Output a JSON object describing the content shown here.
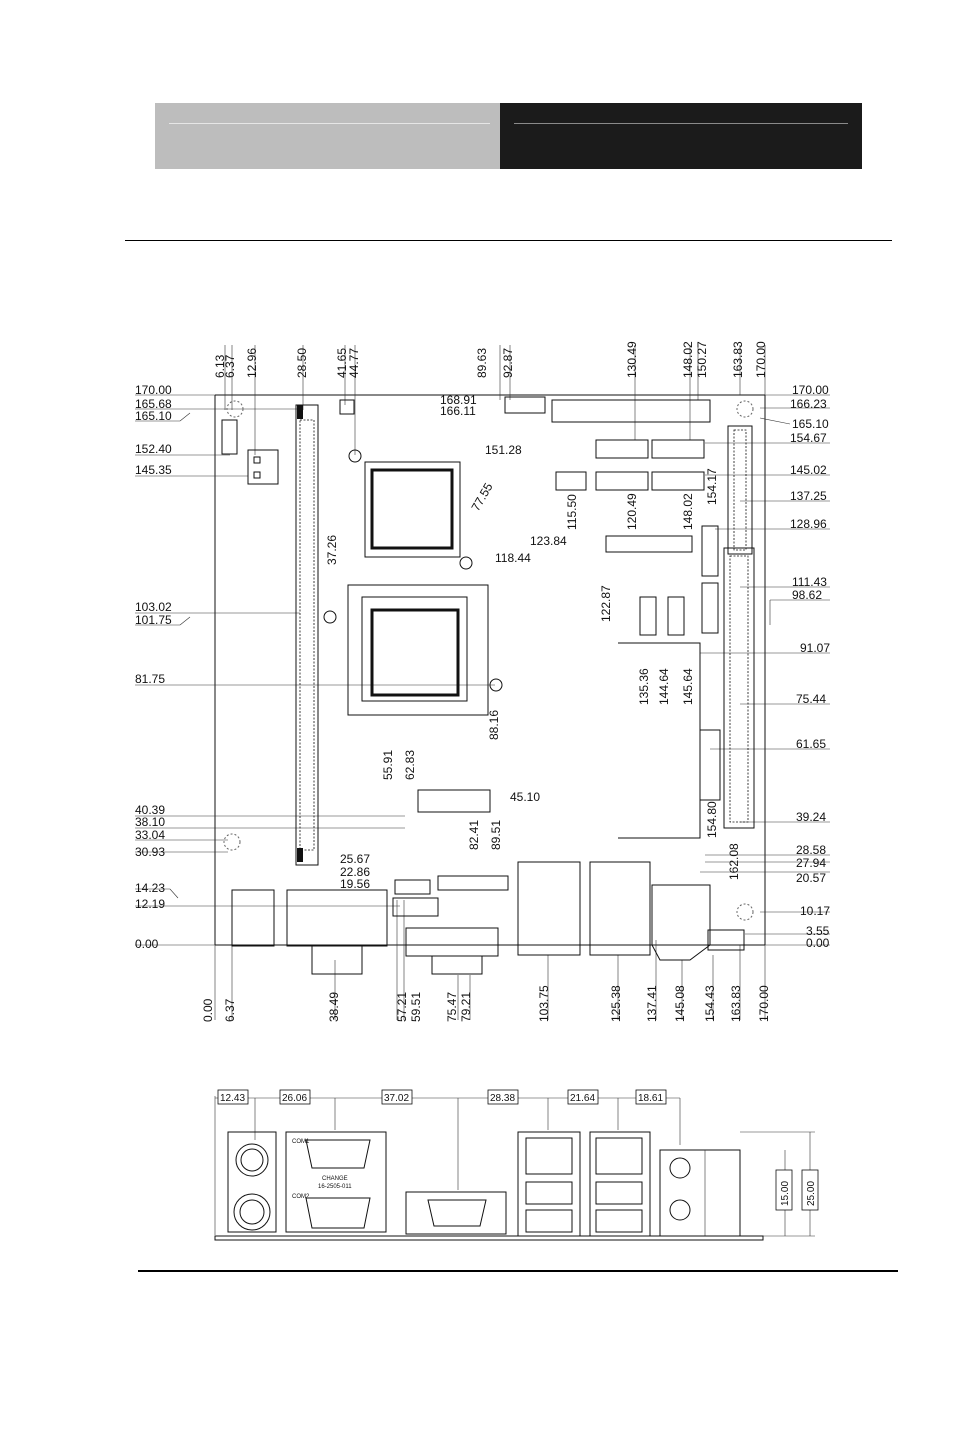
{
  "header": {
    "left_text": "",
    "right_text": ""
  },
  "diagram": {
    "top_dims": [
      "6.13",
      "6.37",
      "12.96",
      "28.50",
      "41.65",
      "44.77",
      "89.63",
      "92.87",
      "130.49",
      "148.02",
      "150.27",
      "163.83",
      "170.00"
    ],
    "left_dims": [
      "170.00",
      "165.68",
      "165.10",
      "152.40",
      "145.35",
      "103.02",
      "101.75",
      "81.75",
      "40.39",
      "38.10",
      "33.04",
      "30.93",
      "14.23",
      "12.19",
      "0.00"
    ],
    "right_dims": [
      "170.00",
      "166.23",
      "165.10",
      "154.67",
      "145.02",
      "137.25",
      "128.96",
      "111.43",
      "98.62",
      "91.07",
      "75.44",
      "61.65",
      "39.24",
      "28.58",
      "27.94",
      "20.57",
      "10.17",
      "3.55",
      "0.00"
    ],
    "bottom_dims": [
      "0.00",
      "6.37",
      "38.49",
      "57.21",
      "59.51",
      "75.47",
      "79.21",
      "103.75",
      "125.38",
      "137.41",
      "145.08",
      "154.43",
      "163.83",
      "170.00"
    ],
    "inner_labels": {
      "d151": "151.28",
      "d7755": "77.55",
      "d11844": "118.44",
      "d3726": "37.26",
      "d12384": "123.84",
      "d11550": "115.50",
      "d12049": "120.49",
      "d14802": "148.02",
      "d15417": "154.17",
      "d12287": "122.87",
      "d13536": "135.36",
      "d14464": "144.64",
      "d14564": "145.64",
      "d8816": "88.16",
      "d5591": "55.91",
      "d6283": "62.83",
      "d4510": "45.10",
      "d8241": "82.41",
      "d8951": "89.51",
      "d2567": "25.67",
      "d2286": "22.86",
      "d1956": "19.56",
      "d16891": "168.91",
      "d16611": "166.11",
      "d15480": "154.80",
      "d16208": "162.08"
    },
    "io_dims": [
      "12.43",
      "26.06",
      "37.02",
      "28.38",
      "21.64",
      "18.61"
    ],
    "io_heights": [
      "15.00",
      "25.00"
    ],
    "io_texts": {
      "com1": "COM1",
      "com2": "COM2",
      "vga_lbl": "CHANGE",
      "vga_sub": "16-2505-011"
    }
  }
}
